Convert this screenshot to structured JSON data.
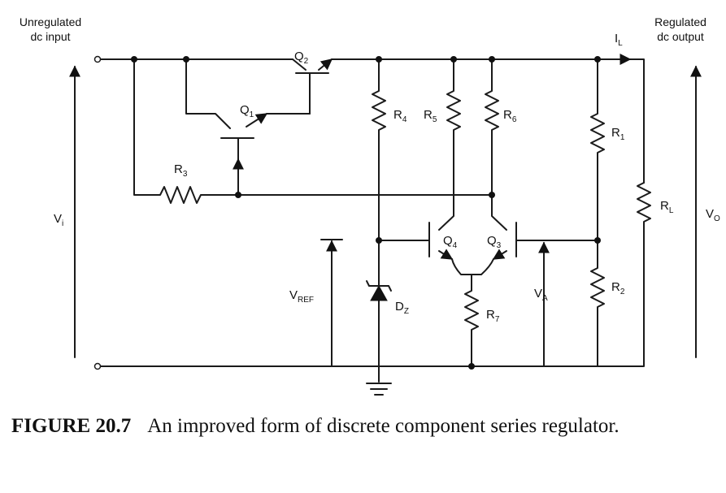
{
  "io": {
    "input_line1": "Unregulated",
    "input_line2": "dc input",
    "output_line1": "Regulated",
    "output_line2": "dc output"
  },
  "labels": {
    "vi": {
      "main": "V",
      "sub": "i"
    },
    "vo": {
      "main": "V",
      "sub": "O"
    },
    "il": {
      "main": "I",
      "sub": "L"
    },
    "vref": {
      "main": "V",
      "sub": "REF"
    },
    "va": {
      "main": "V",
      "sub": "A"
    },
    "q1": {
      "main": "Q",
      "sub": "1"
    },
    "q2": {
      "main": "Q",
      "sub": "2"
    },
    "q3": {
      "main": "Q",
      "sub": "3"
    },
    "q4": {
      "main": "Q",
      "sub": "4"
    },
    "r1": {
      "main": "R",
      "sub": "1"
    },
    "r2": {
      "main": "R",
      "sub": "2"
    },
    "r3": {
      "main": "R",
      "sub": "3"
    },
    "r4": {
      "main": "R",
      "sub": "4"
    },
    "r5": {
      "main": "R",
      "sub": "5"
    },
    "r6": {
      "main": "R",
      "sub": "6"
    },
    "r7": {
      "main": "R",
      "sub": "7"
    },
    "rl": {
      "main": "R",
      "sub": "L"
    },
    "dz": {
      "main": "D",
      "sub": "Z"
    }
  },
  "caption": {
    "figure_number": "FIGURE 20.7",
    "text": "An improved form of discrete component series regulator."
  }
}
